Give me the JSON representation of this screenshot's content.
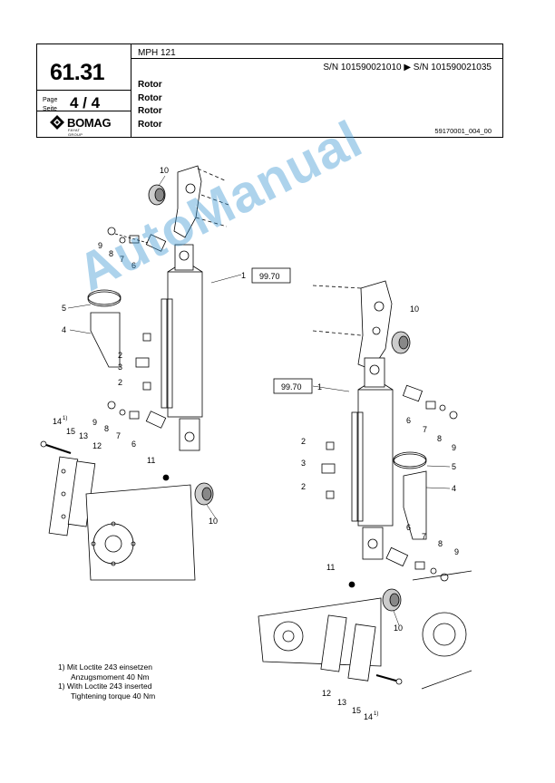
{
  "header": {
    "model": "MPH 121",
    "serial_range": "S/N 101590021010  ▶  S/N 101590021035",
    "section_number": "61.31",
    "page_label_de": "Page",
    "page_label_en": "Seite",
    "page_number": "4 / 4",
    "brand": "BOMAG",
    "brand_sub": "FAYAT GROUP",
    "titles": [
      "Rotor",
      "Rotor",
      "Rotor",
      "Rotor"
    ],
    "document_ref": "59170001_004_00"
  },
  "watermark": "AutoManual",
  "drawing": {
    "callouts_left": [
      "10",
      "9",
      "8",
      "7",
      "6",
      "1",
      "5",
      "4",
      "2",
      "3",
      "2",
      "9",
      "8",
      "7",
      "6",
      "14",
      "15",
      "13",
      "12",
      "11",
      "10"
    ],
    "callouts_right": [
      "10",
      "1",
      "6",
      "7",
      "8",
      "9",
      "2",
      "3",
      "5",
      "4",
      "2",
      "6",
      "7",
      "8",
      "9",
      "11",
      "10",
      "12",
      "13",
      "15",
      "14"
    ],
    "ref_left": "99.70",
    "ref_right": "99.70",
    "footnote_marker": "1)"
  },
  "footnotes": {
    "de_line1": "1) Mit Loctite 243 einsetzen",
    "de_line2": "Anzugsmoment 40 Nm",
    "en_line1": "1) With Loctite 243 inserted",
    "en_line2": "Tightening torque 40 Nm"
  }
}
